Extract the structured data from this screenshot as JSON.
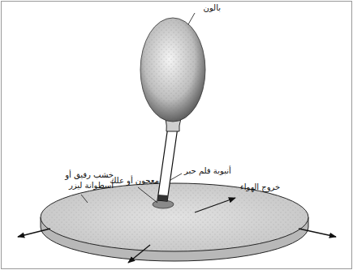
{
  "diagram": {
    "labels": [
      "بالون",
      "أنبوبة قلم حبر",
      "معجون أو علك",
      "خروج الهواء",
      "خشب رقيق أو أسطوانة ليزر"
    ]
  }
}
